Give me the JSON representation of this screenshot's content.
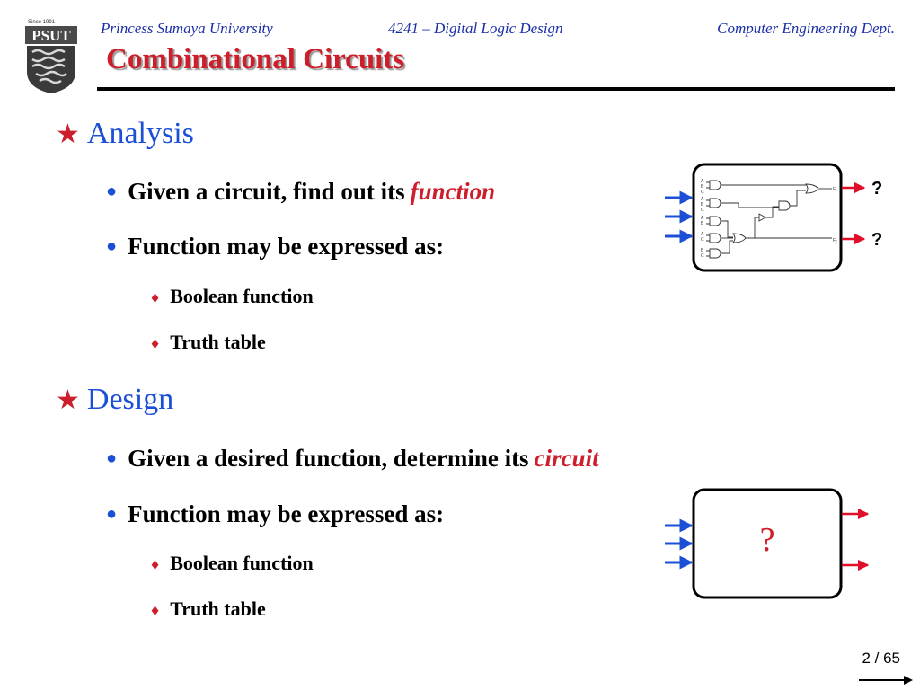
{
  "header": {
    "university": "Princess Sumaya University",
    "course": "4241 – Digital Logic Design",
    "department": "Computer Engineering Dept.",
    "logo_text": "PSUT",
    "logo_since": "Since 1991"
  },
  "title": "Combinational Circuits",
  "sections": {
    "analysis": {
      "heading": "Analysis",
      "bullet1_text": "Given a circuit, find out its",
      "bullet1_emph": "function",
      "bullet2_text": "Function may be expressed as:",
      "sub1": "Boolean function",
      "sub2": "Truth table"
    },
    "design": {
      "heading": "Design",
      "bullet1_text": "Given a desired function, determine its",
      "bullet1_emph": "circuit",
      "bullet2_text": "Function may be expressed as:",
      "sub1": "Boolean function",
      "sub2": "Truth table"
    }
  },
  "diagram_analysis": {
    "outputs": [
      "?",
      "?"
    ],
    "output_labels": [
      "F₁",
      "F₂"
    ],
    "input_labels": [
      "A",
      "B",
      "C",
      "A",
      "B",
      "C",
      "A",
      "B",
      "A",
      "C",
      "B",
      "C"
    ]
  },
  "diagram_design": {
    "box_label": "?"
  },
  "page": {
    "number": "2 / 65"
  },
  "colors": {
    "title_red": "#cc1f2b",
    "heading_blue": "#1a4fd6",
    "header_blue": "#1a2ea8",
    "arrow_blue": "#1a4fd6",
    "arrow_red": "#e0102a"
  }
}
